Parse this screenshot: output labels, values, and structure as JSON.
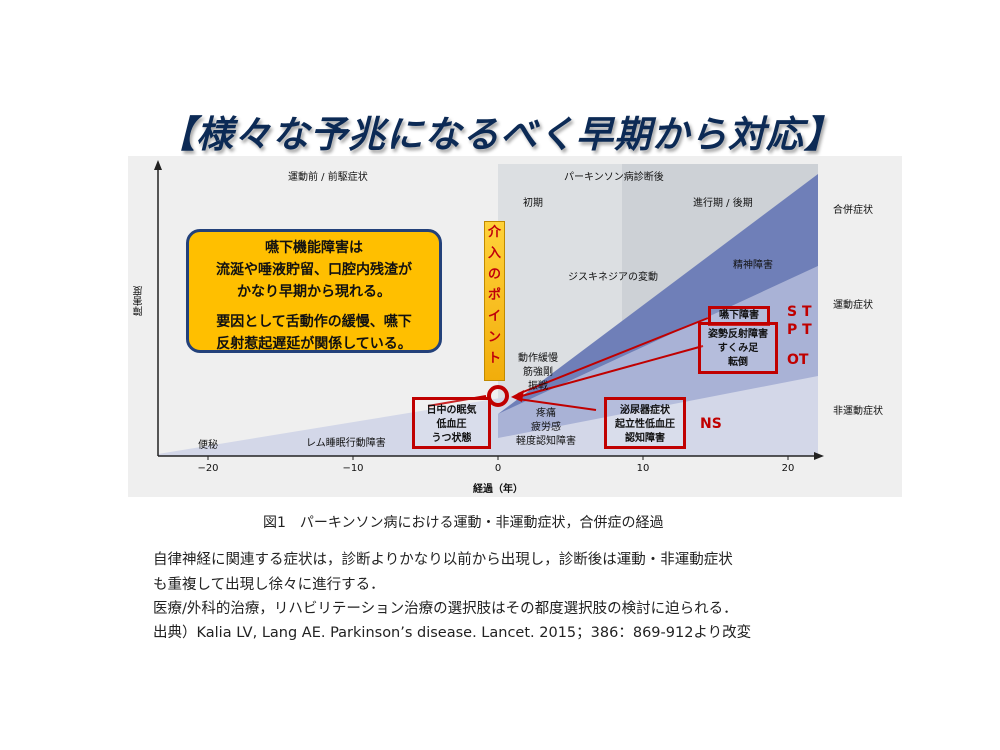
{
  "title": "【様々な予兆になるべく早期から対応】",
  "diagram": {
    "y_axis_label": "障害度",
    "x_axis_label": "経過（年）",
    "x_ticks": [
      "−20",
      "−10",
      "0",
      "10",
      "20"
    ],
    "phase_pre": "運動前 / 前駆症状",
    "phase_post": "パーキンソン病診断後",
    "stage_early": "初期",
    "stage_late": "進行期 / 後期",
    "right_labels": [
      "合併症状",
      "運動症状",
      "非運動症状"
    ],
    "region_labels": {
      "dyskinesia": "ジスキネジアの変動",
      "psychiatric": "精神障害",
      "pain": [
        "疼痛",
        "疲労感",
        "軽度認知障害"
      ],
      "motor": [
        "動作緩慢",
        "筋強剛",
        "振戦"
      ],
      "constipation": "便秘",
      "rem": "レム睡眠行動障害"
    },
    "callout": {
      "heading": "嚥下機能障害は",
      "line1": "流涎や唾液貯留、口腔内残渣が",
      "line2": "かなり早期から現れる。",
      "line3": "要因として舌動作の緩慢、嚥下",
      "line4": "反射惹起遅延が関係している。"
    },
    "intervention_chars": [
      "介",
      "入",
      "の",
      "ポ",
      "イ",
      "ン",
      "ト"
    ],
    "box_daytime": [
      "日中の眠気",
      "低血圧",
      "うつ状態"
    ],
    "box_urinary": [
      "泌尿器症状",
      "起立性低血圧",
      "認知障害"
    ],
    "box_swallow": [
      "嚥下障害"
    ],
    "box_posture": [
      "姿勢反射障害",
      "すくみ足",
      "転倒"
    ],
    "tag_st": "S T",
    "tag_pt": "P T",
    "tag_ot": "OT",
    "tag_ns": "NS"
  },
  "caption": "図1　パーキンソン病における運動・非運動症状，合併症の経過",
  "paragraph": [
    "自律神経に関連する症状は，診断よりかなり以前から出現し，診断後は運動・非運動症状",
    "も重複して出現し徐々に進行する．",
    "医療/外科的治療，リハビリテーション治療の選択肢はその都度選択肢の検討に迫られる．",
    "出典）Kalia LV, Lang AE. Parkinson’s disease. Lancet. 2015；386：869-912より改変"
  ],
  "colors": {
    "title": "#0c2a55",
    "callout_bg": "#ffbf00",
    "callout_border": "#23417a",
    "accent_red": "#c00000",
    "complication_band": "#6f7fb8"
  }
}
